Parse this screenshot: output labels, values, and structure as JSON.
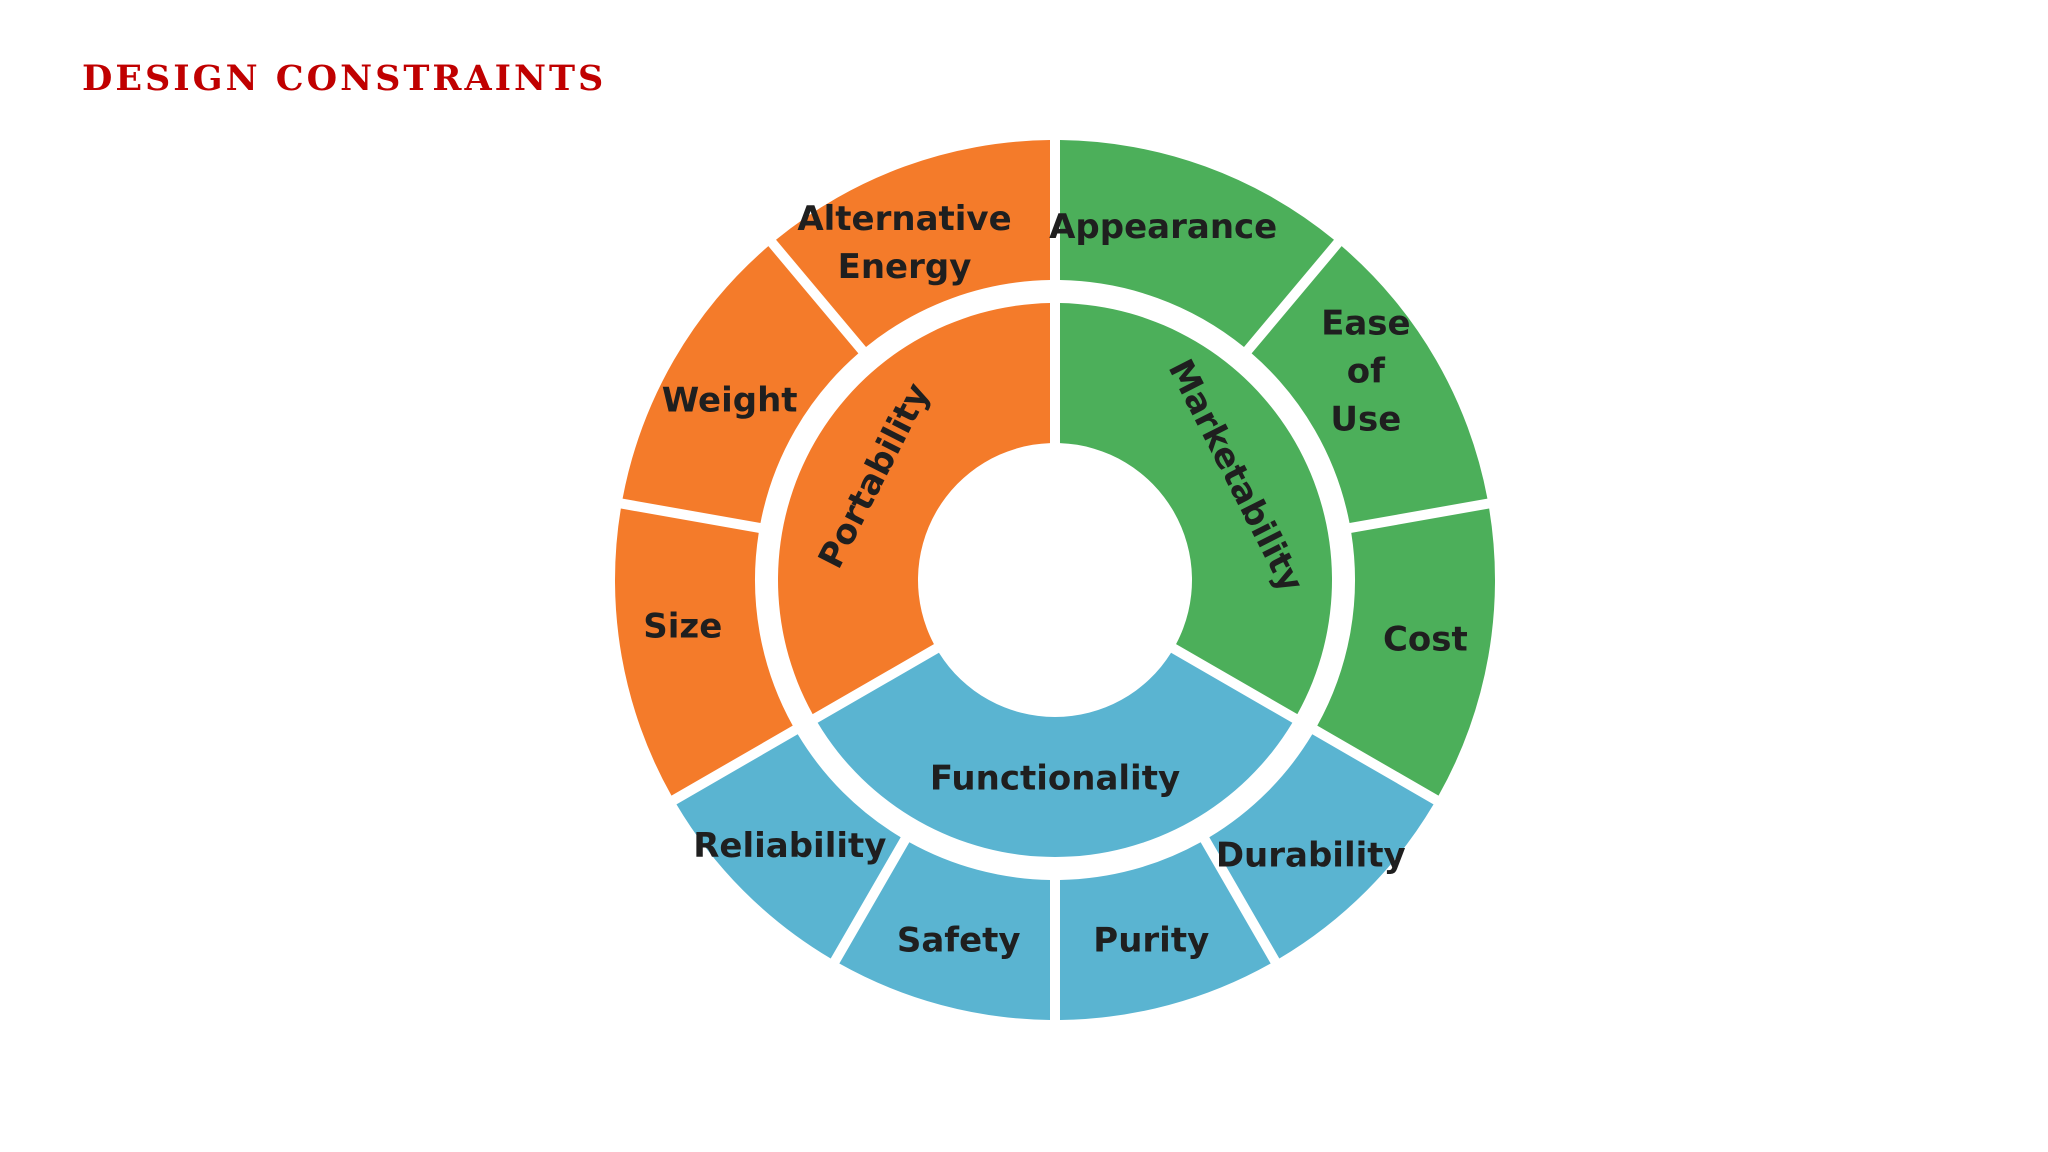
{
  "slide": {
    "title": "DESIGN CONSTRAINTS"
  },
  "colors": {
    "title": "#c00000",
    "portability": "#f47b2a",
    "marketability": "#4caf5a",
    "functionality": "#5ab4d1",
    "label_text": "#1f1f1f",
    "background": "#ffffff"
  },
  "diagram": {
    "categories": [
      {
        "name": "Portability",
        "color_key": "portability",
        "items": [
          {
            "lines": [
              "Alternative",
              "Energy"
            ]
          },
          {
            "lines": [
              "Weight"
            ]
          },
          {
            "lines": [
              "Size"
            ]
          }
        ]
      },
      {
        "name": "Marketability",
        "color_key": "marketability",
        "items": [
          {
            "lines": [
              "Appearance"
            ]
          },
          {
            "lines": [
              "Ease",
              "of",
              "Use"
            ]
          },
          {
            "lines": [
              "Cost"
            ]
          }
        ]
      },
      {
        "name": "Functionality",
        "color_key": "functionality",
        "items": [
          {
            "lines": [
              "Durability"
            ]
          },
          {
            "lines": [
              "Purity"
            ]
          },
          {
            "lines": [
              "Safety"
            ]
          },
          {
            "lines": [
              "Reliability"
            ]
          }
        ]
      }
    ]
  }
}
